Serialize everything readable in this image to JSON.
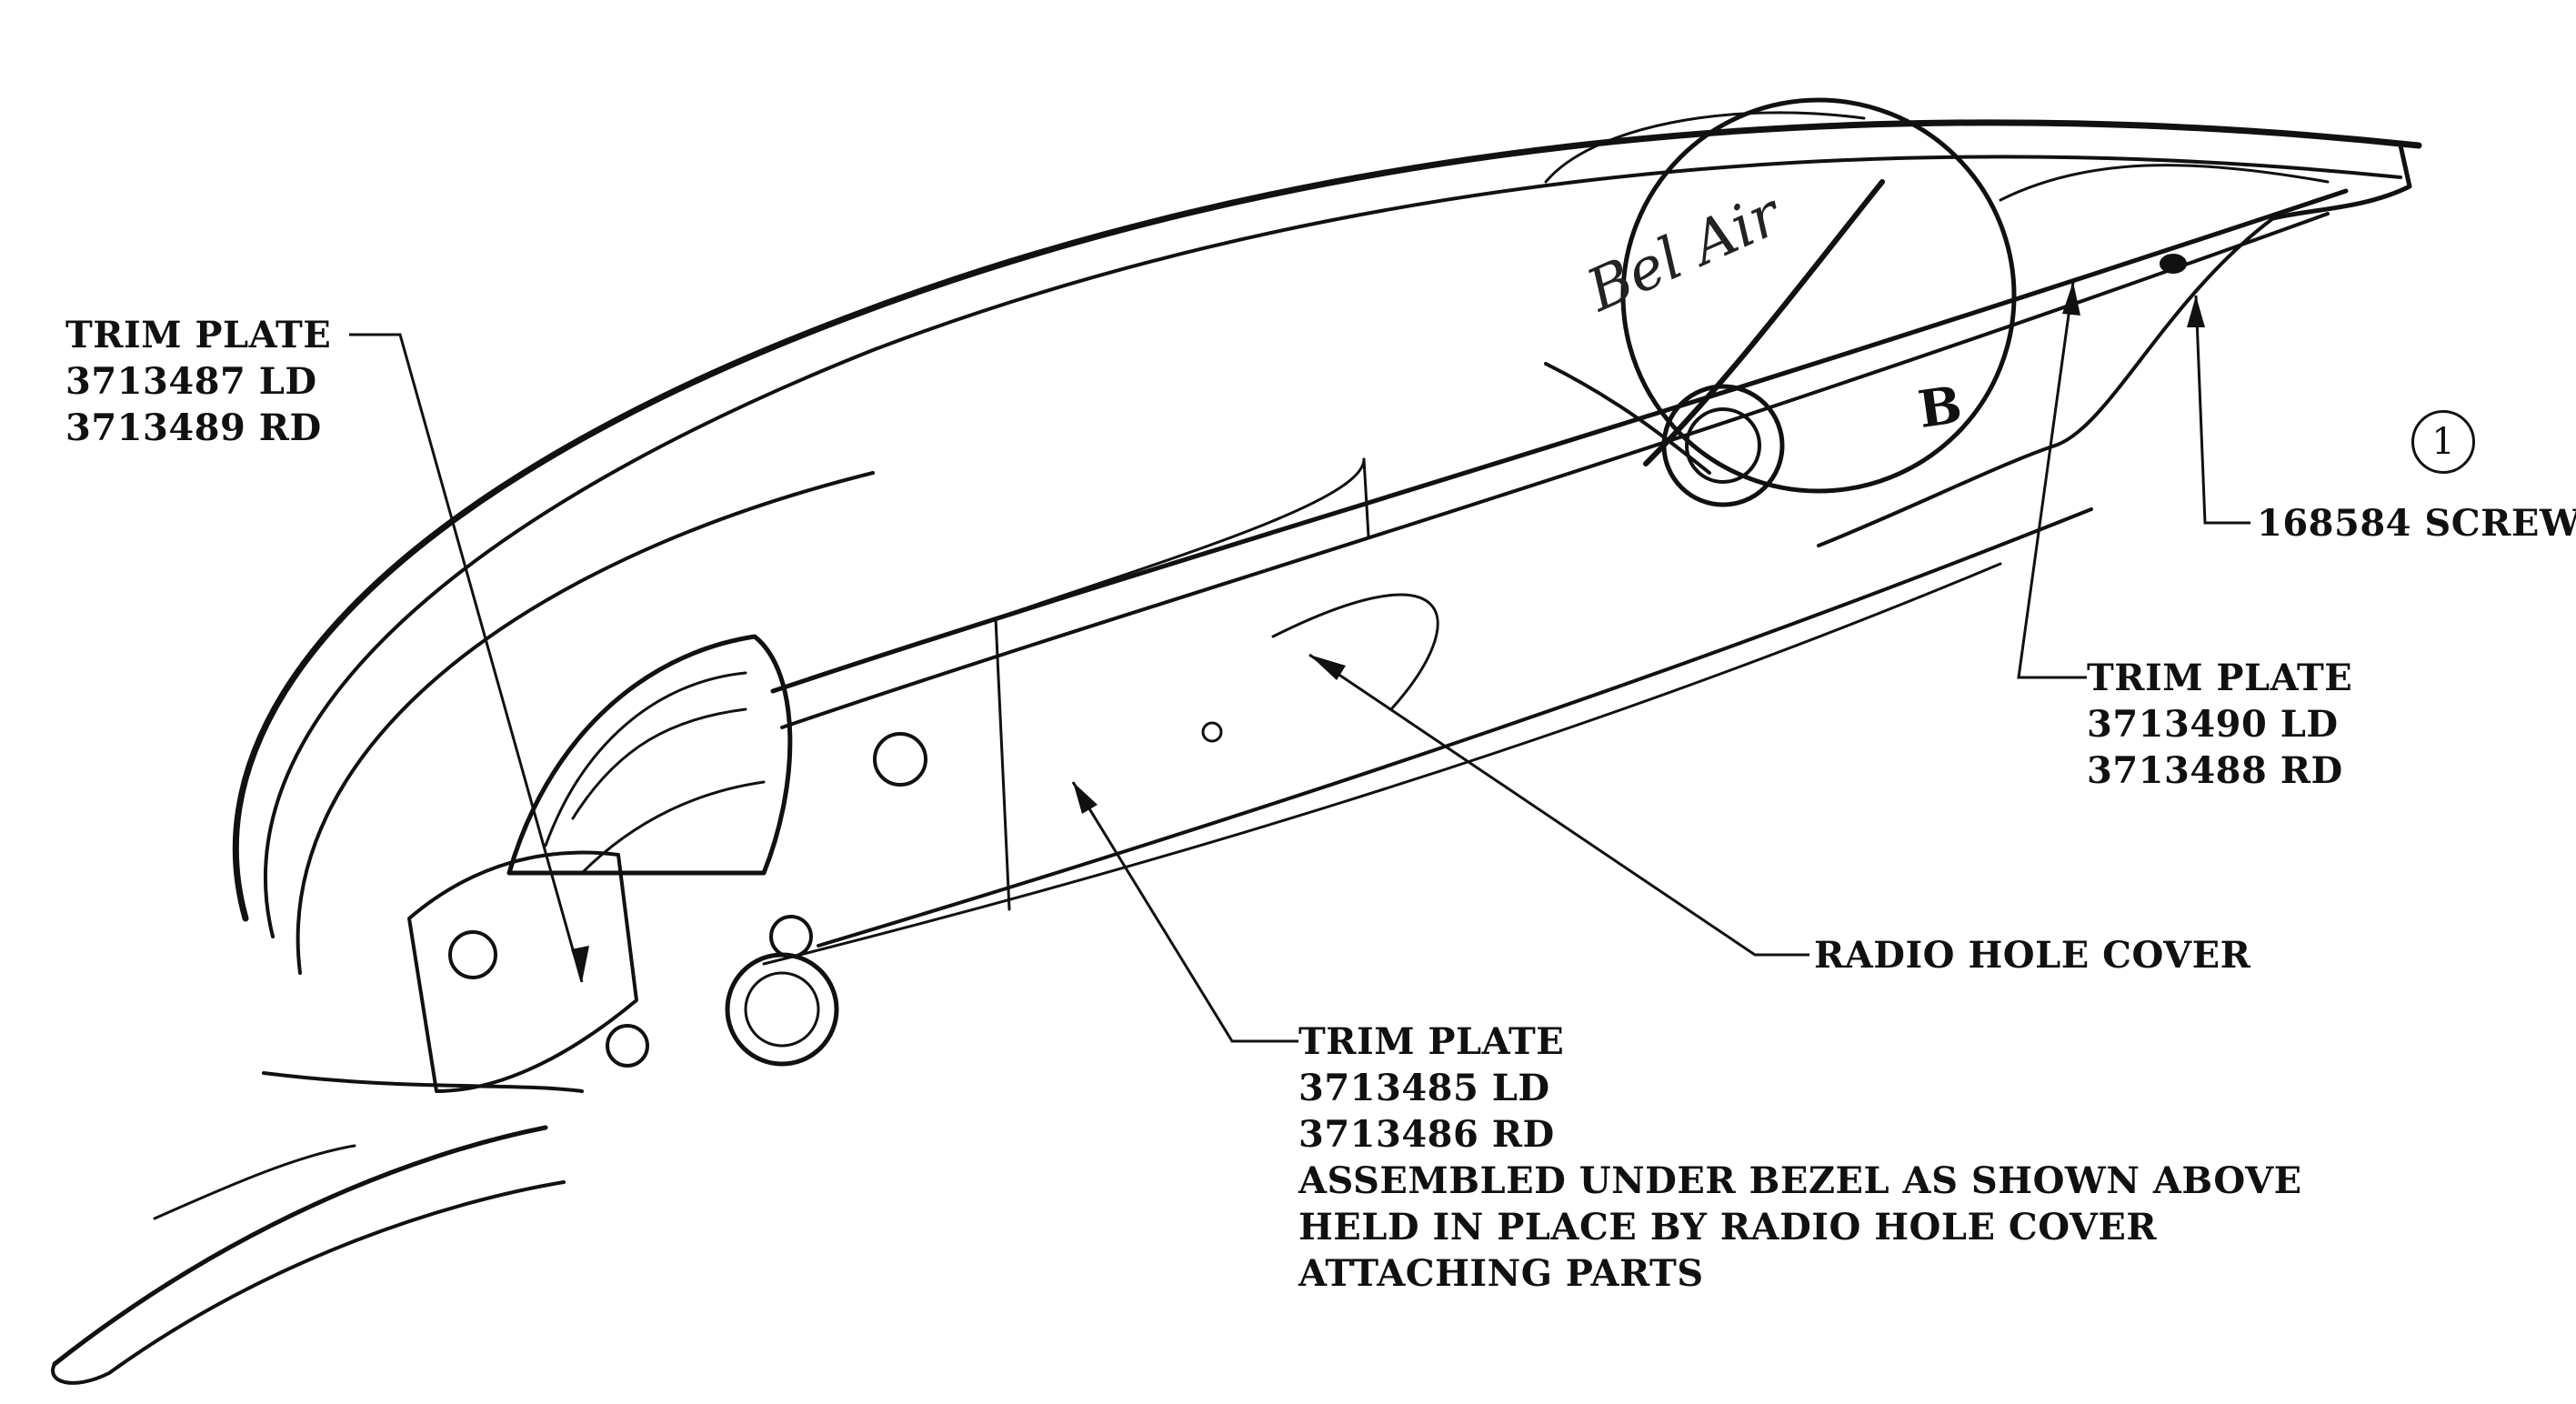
{
  "labels": {
    "trim_plate_left": {
      "title": "TRIM PLATE",
      "ld": "3713487  LD",
      "rd": "3713489  RD"
    },
    "trim_plate_right": {
      "title": "TRIM PLATE",
      "ld": "3713490 LD",
      "rd": "3713488 RD"
    },
    "screw": "168584 SCREW",
    "radio_hole_cover": "RADIO HOLE COVER",
    "trim_plate_bottom": {
      "title": "TRIM PLATE",
      "ld": "3713485 LD",
      "rd": "3713486 RD",
      "note_1": "ASSEMBLED UNDER BEZEL AS SHOWN ABOVE",
      "note_2": "HELD IN PLACE BY RADIO HOLE COVER",
      "note_3": "ATTACHING PARTS"
    },
    "view_letter": "B",
    "figure_callout": "1",
    "dash_script": "Bel Air"
  }
}
